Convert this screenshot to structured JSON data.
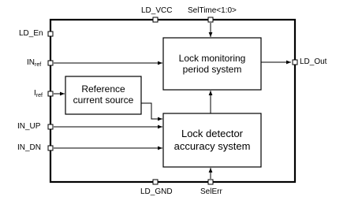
{
  "pins": {
    "ld_vcc": "LD_VCC",
    "seltime": "SelTime<1:0>",
    "ld_en": "LD_En",
    "in_ref_main": "IN",
    "in_ref_sub": "ref",
    "i_ref_main": "I",
    "i_ref_sub": "ref",
    "in_up": "IN_UP",
    "in_dn": "IN_DN",
    "ld_out": "LD_Out",
    "ld_gnd": "LD_GND",
    "selerr": "SelErr"
  },
  "blocks": {
    "reference_line1": "Reference",
    "reference_line2": "current source",
    "lock_monitor_line1": "Lock monitoring",
    "lock_monitor_line2": "period system",
    "lock_detector_line1": "Lock detector",
    "lock_detector_line2": "accuracy system"
  },
  "colors": {
    "line": "#000000",
    "pin_fill": "#ffffff",
    "background": "#ffffff"
  }
}
